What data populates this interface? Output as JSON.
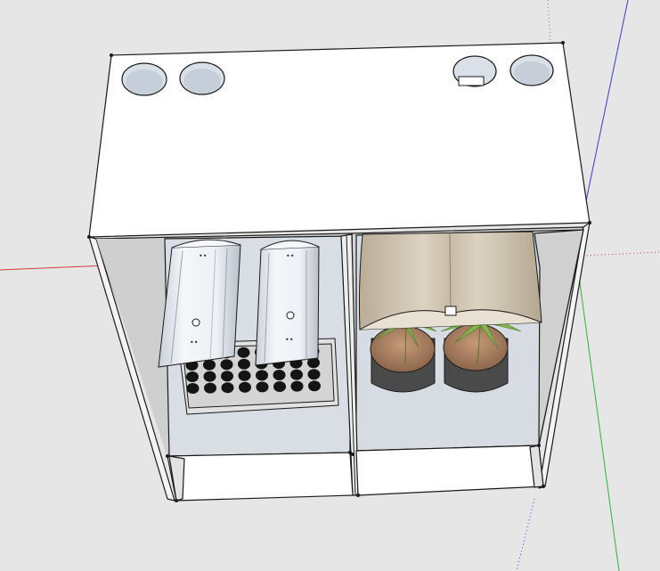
{
  "viewport": {
    "background": "#e6e6e6",
    "axis_colors": {
      "red": "#d23c3c",
      "green": "#2fb52f",
      "blue": "#3a3ad6"
    }
  },
  "scene": {
    "objects": [
      "cabinet",
      "vent-hole",
      "seedling-tray",
      "grow-light-left",
      "grow-light-right",
      "reflector-hood",
      "plant-pot",
      "cannabis-plant"
    ],
    "colors": {
      "cabinet_face": "#ffffff",
      "cabinet_edge": "#1a1a1a",
      "interior_wall": "#dcdcdc",
      "interior_floor": "#d6dce2",
      "vent_fill": "#d9e0e8",
      "tray_fill": "#e2e2e2",
      "cell_fill": "#141414",
      "light_body": "#e9edf2",
      "hood_fill": "#cfc4b0",
      "pot_fill": "#4a4a4a",
      "soil_fill": "#a07a60",
      "leaf_fill": "#7db24a"
    }
  }
}
